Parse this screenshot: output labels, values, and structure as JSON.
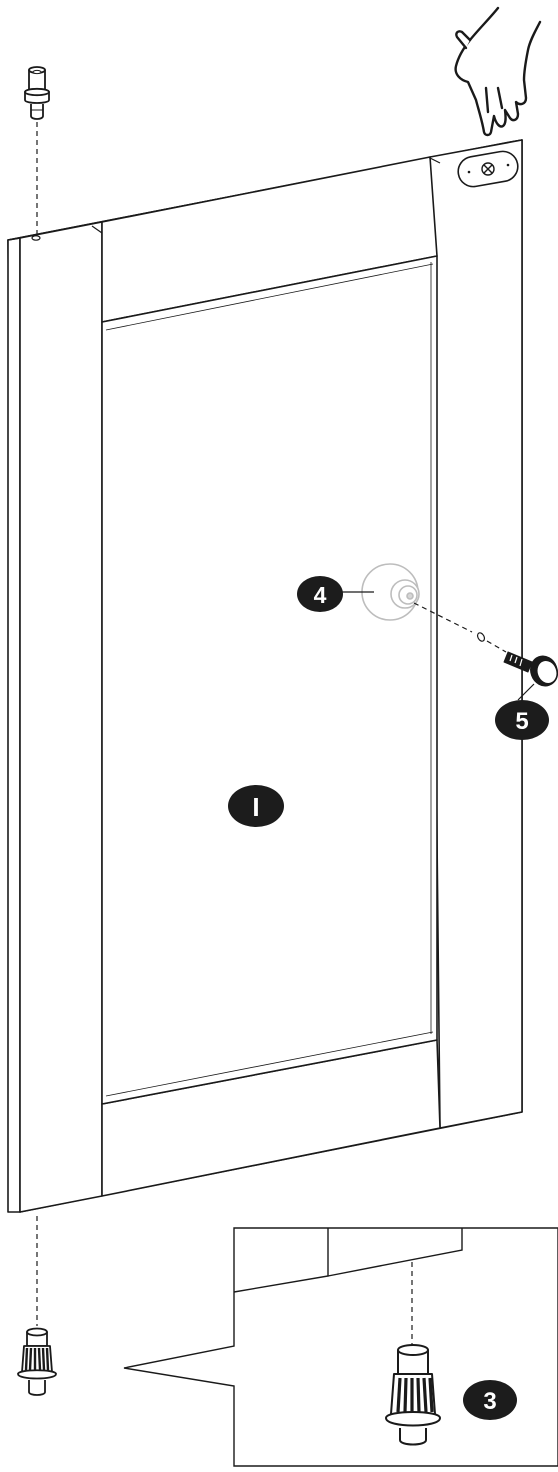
{
  "diagram": {
    "colors": {
      "stroke": "#1a1a1a",
      "badge_fill": "#1c1c1c",
      "badge_text": "#ffffff",
      "ghost_stroke": "#bdbdbd",
      "background": "#ffffff"
    },
    "callouts": {
      "door_panel": "I",
      "knob_backplate": "4",
      "knob_screw": "5",
      "bottom_pivot_pin": "3"
    },
    "icons": {
      "hand": "pointing-hand-icon",
      "top_pin": "top-pivot-pin-icon",
      "bottom_pin": "bottom-pivot-pin-icon",
      "screw": "screw-icon",
      "hinge_plate": "hinge-plate-icon"
    }
  }
}
